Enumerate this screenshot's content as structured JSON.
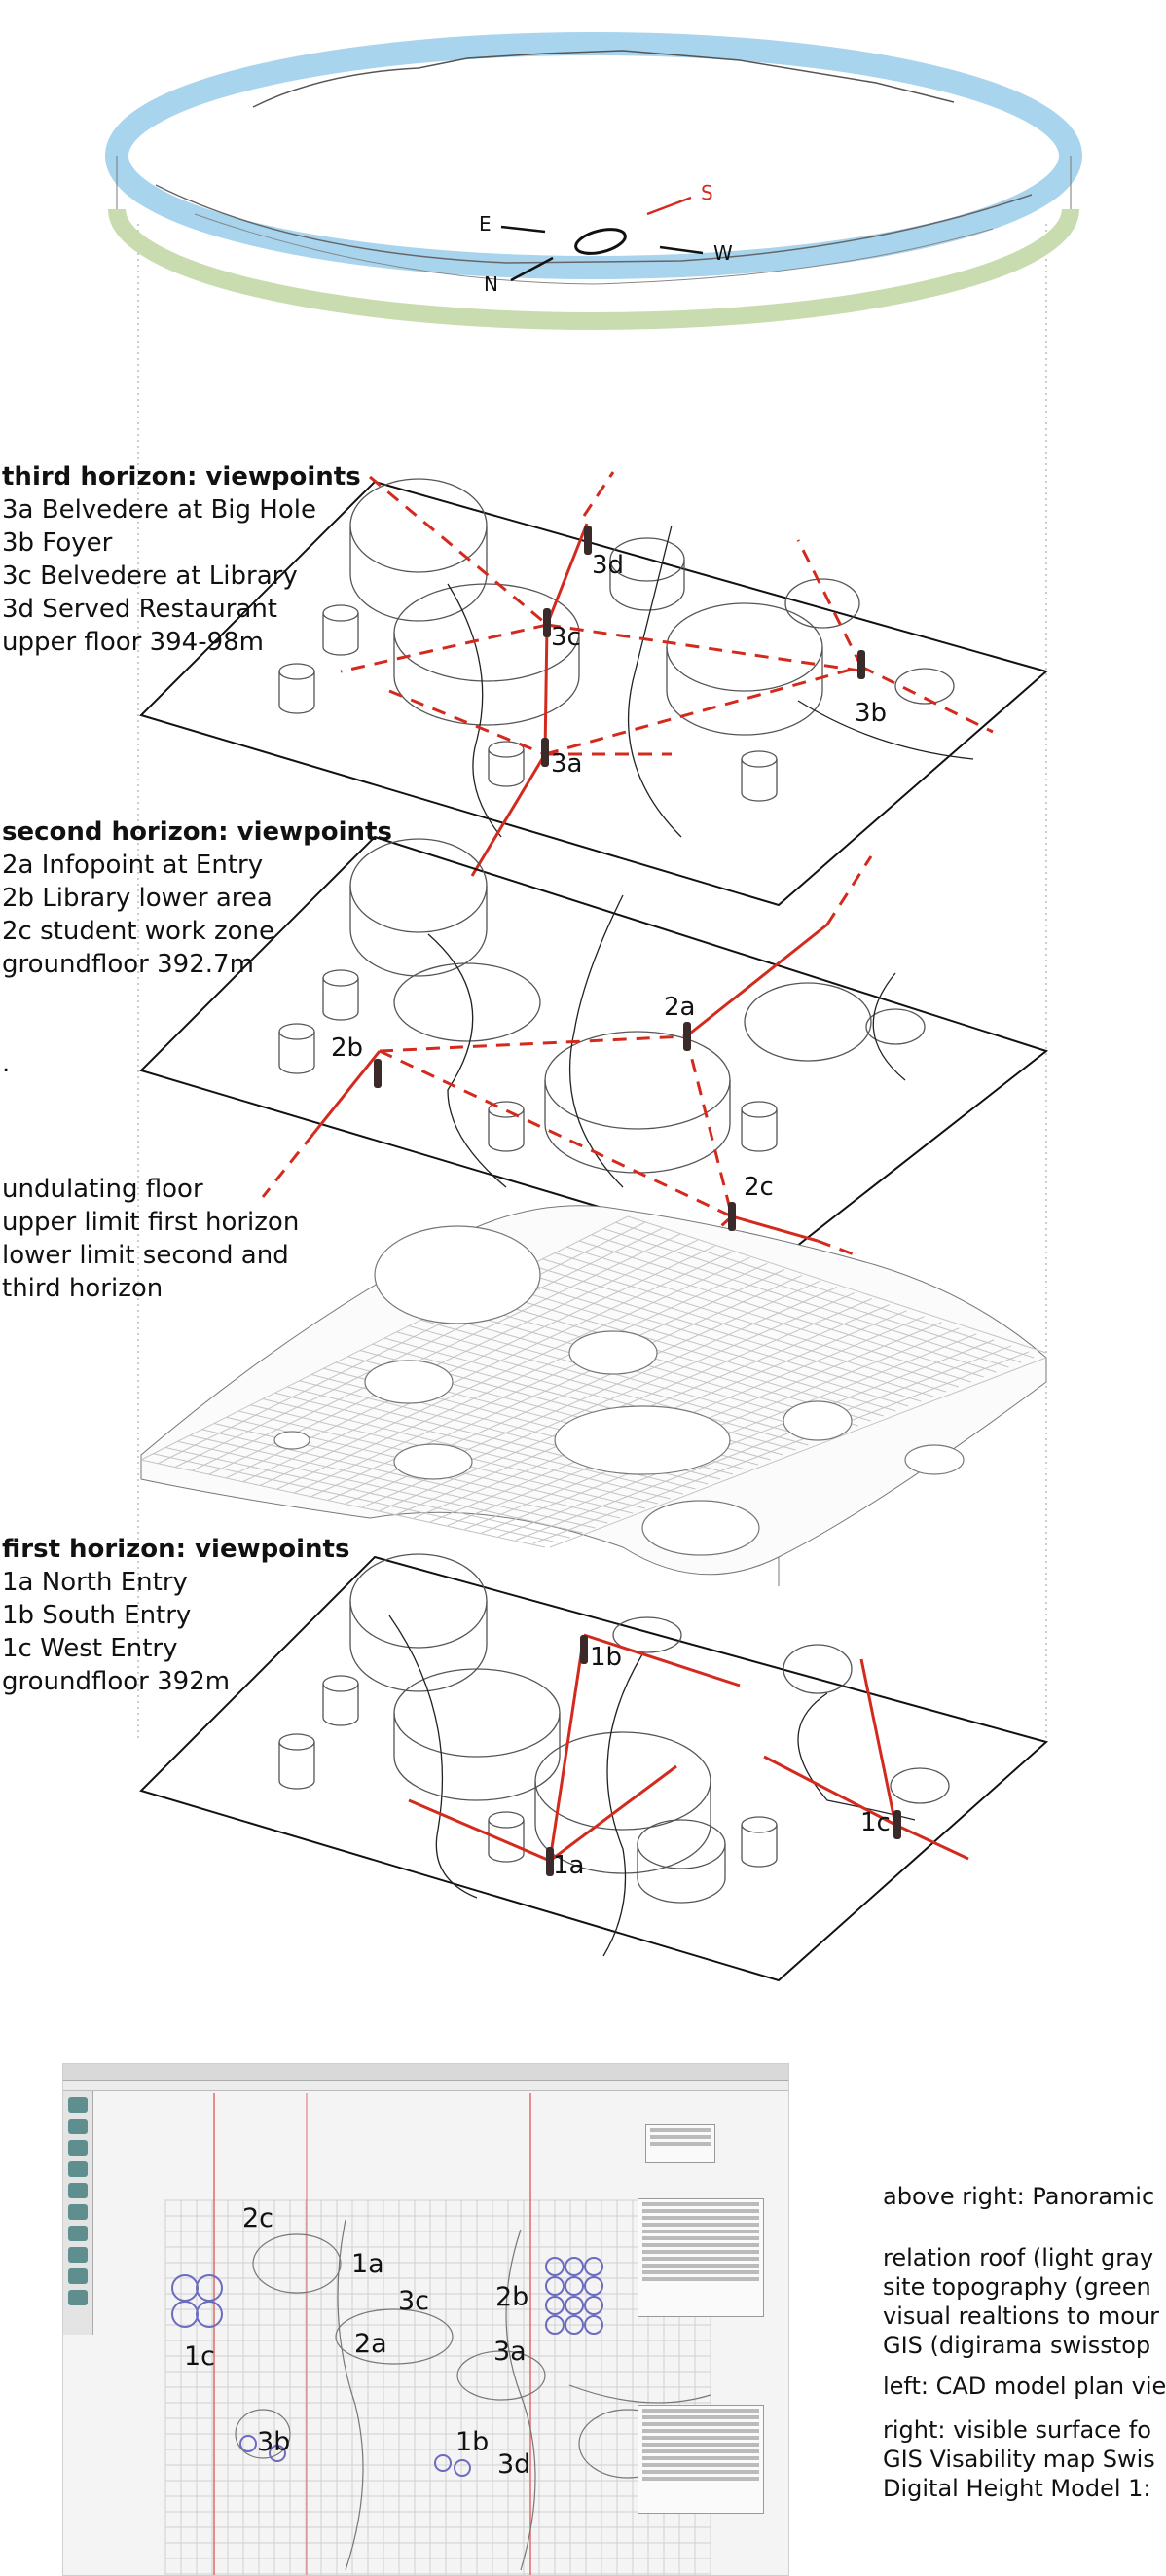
{
  "compass": {
    "e": "E",
    "n": "N",
    "s": "S",
    "w": "W"
  },
  "third_horizon": {
    "heading": "third horizon: viewpoints",
    "items": [
      "3a Belvedere at Big Hole",
      "3b Foyer",
      "3c Belvedere at Library",
      "3d Served Restaurant",
      "upper floor 394-98m"
    ]
  },
  "second_horizon": {
    "heading": "second horizon: viewpoints",
    "items": [
      "2a Infopoint at Entry",
      "2b Library lower area",
      "2c student work zone",
      "groundfloor 392.7m"
    ],
    "dot": "."
  },
  "undulating": {
    "lines": [
      "undulating floor",
      "upper limit first horizon",
      "lower limit second and",
      "third horizon"
    ]
  },
  "first_horizon": {
    "heading": "first horizon: viewpoints",
    "items": [
      "1a North Entry",
      "1b South Entry",
      "1c West Entry",
      "groundfloor 392m"
    ]
  },
  "markers": {
    "m3d": "3d",
    "m3c": "3c",
    "m3a": "3a",
    "m3b": "3b",
    "m2a": "2a",
    "m2b": "2b",
    "m2c": "2c",
    "m1a": "1a",
    "m1b": "1b",
    "m1c": "1c"
  },
  "cad_labels": [
    "2c",
    "1a",
    "3c",
    "2b",
    "1c",
    "2a",
    "3a",
    "3b",
    "1b",
    "3d"
  ],
  "captions": {
    "c1": "above right: Panoramic",
    "c2": "relation roof (light gray",
    "c3": "site topography (green",
    "c4": "visual realtions to mour",
    "c5": "GIS (digirama swisstop",
    "c6": "left: CAD model plan vie",
    "c7": "right: visible surface fo",
    "c8": "GIS Visability map Swis",
    "c9": "Digital Height Model 1:"
  },
  "colors": {
    "accent_red": "#d42a1e",
    "sky_blue": "#a8d4ee",
    "ground_green": "#c8dcb0",
    "line": "#444444"
  }
}
